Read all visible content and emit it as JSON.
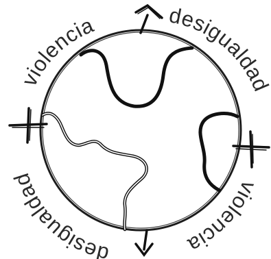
{
  "words": {
    "top_left": "violencia",
    "top_right": "desigualdad",
    "bottom_right": "violencia",
    "bottom_left": "desigualdad"
  },
  "icons": {
    "top": "arrow-up-icon",
    "bottom": "arrow-down-icon",
    "left": "cross-icon",
    "right": "cross-icon"
  },
  "colors": {
    "ink": "#1c1c1c",
    "background": "#ffffff"
  }
}
